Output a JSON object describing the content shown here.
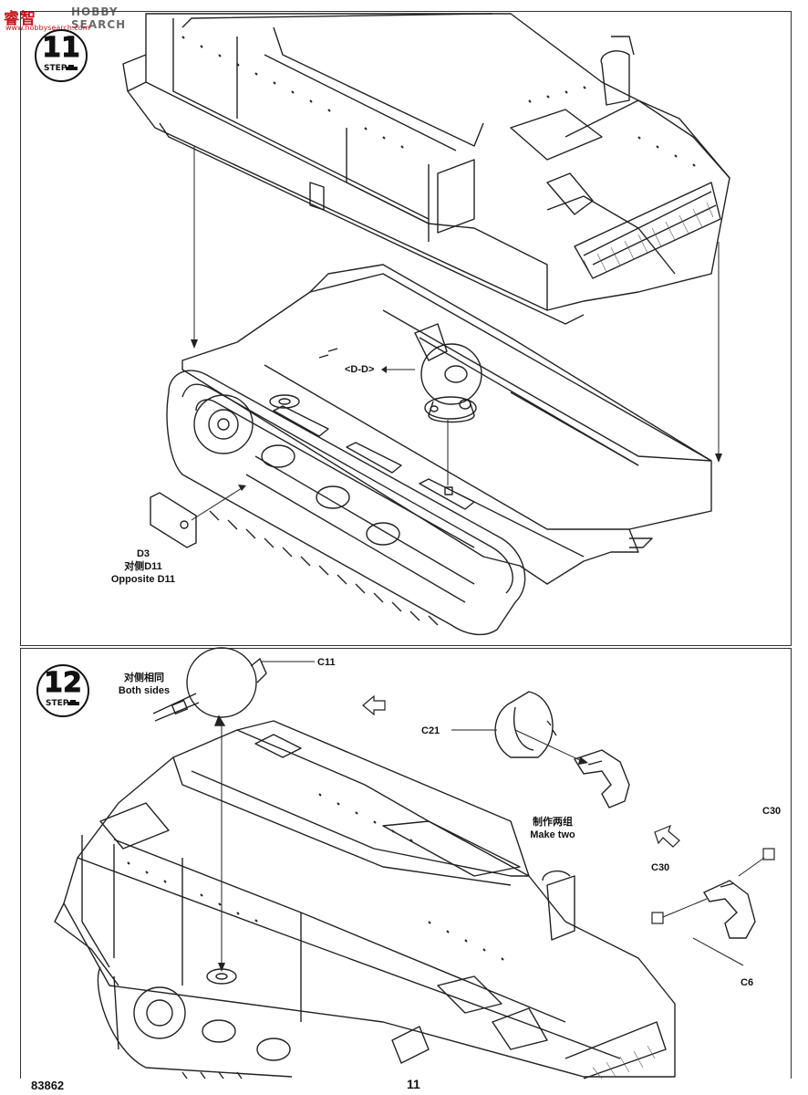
{
  "watermark": {
    "logo": "睿智",
    "brand": "HOBBY SEARCH",
    "url": "www.hobbysearch.com"
  },
  "step11": {
    "step_word": "STEP",
    "number": "11",
    "labels": {
      "d_d": "<D-D>",
      "d3": "D3",
      "opposite_cn": "对侧D11",
      "opposite_en": "Opposite D11"
    }
  },
  "step12": {
    "step_word": "STEP",
    "number": "12",
    "labels": {
      "both_cn": "对侧相同",
      "both_en": "Both sides",
      "c11": "C11",
      "c21": "C21",
      "make_two_cn": "制作两组",
      "make_two_en": "Make two",
      "c30_a": "C30",
      "c30_b": "C30",
      "c6": "C6"
    }
  },
  "footer": {
    "kit_code": "83862",
    "page_number": "11"
  }
}
